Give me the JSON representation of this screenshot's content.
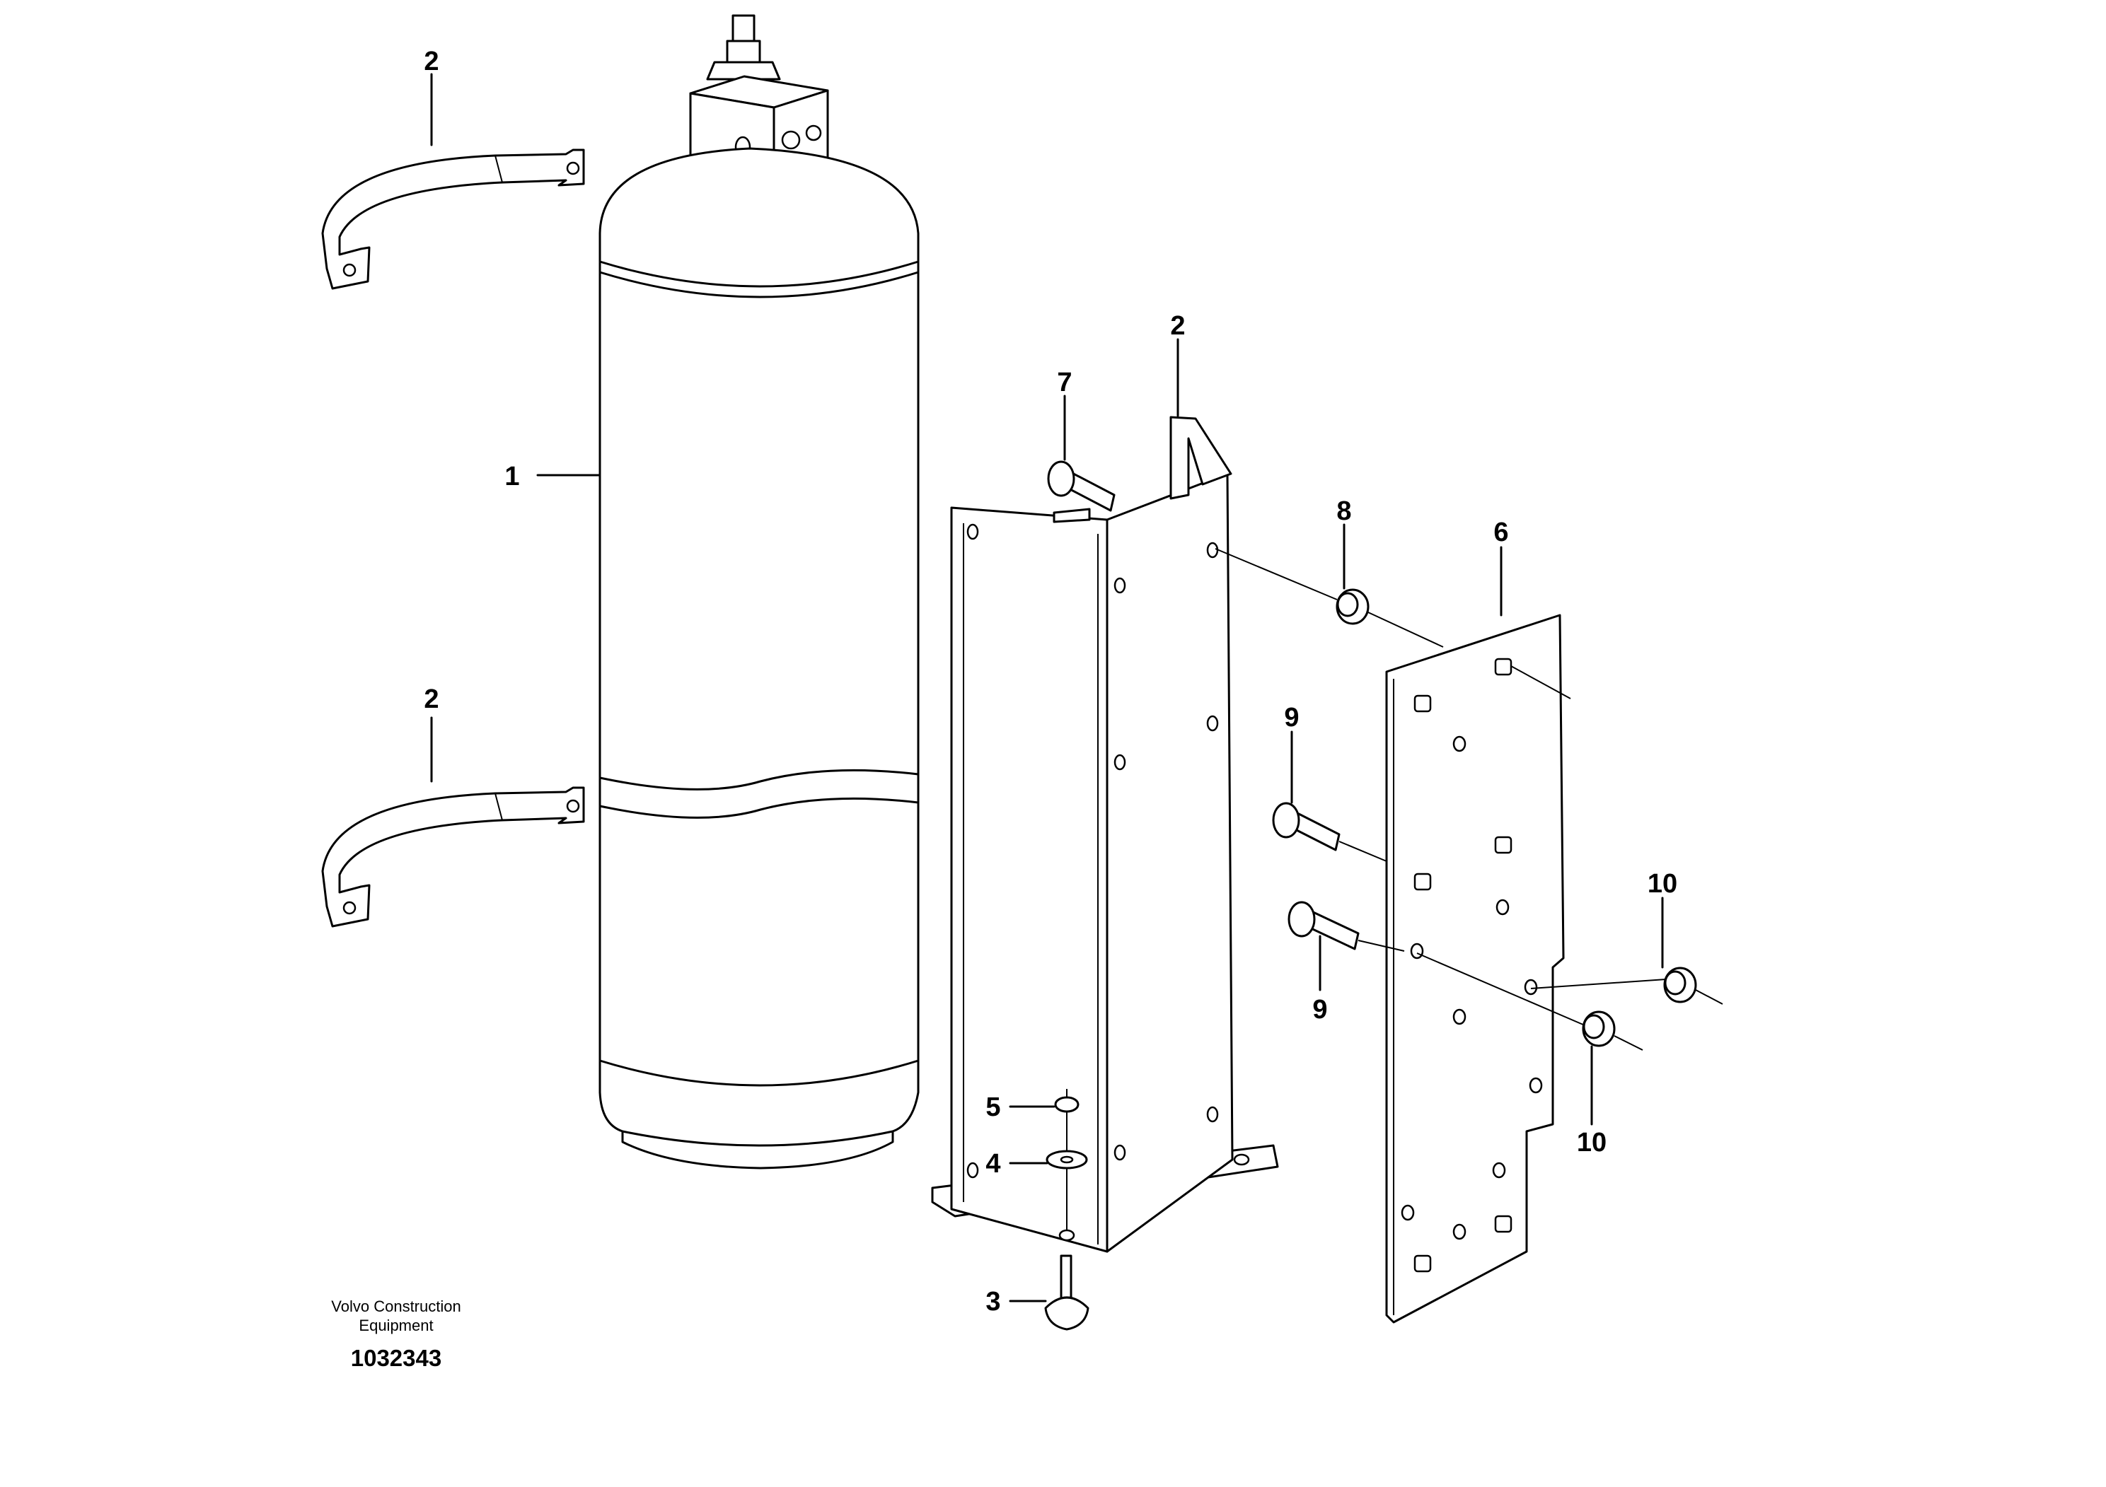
{
  "callouts": {
    "cylinder": "1",
    "clamp_top": "2",
    "clamp_bottom": "2",
    "bracket_clamp": "2",
    "screw_bottom": "3",
    "washer": "4",
    "nut": "5",
    "plate": "6",
    "bolt_top": "7",
    "spacer_top": "8",
    "bolt_mid_upper": "9",
    "bolt_mid_lower": "9",
    "spacer_right_upper": "10",
    "spacer_right_lower": "10"
  },
  "caption": {
    "company_line1": "Volvo Construction",
    "company_line2": "Equipment",
    "drawing_number": "1032343"
  }
}
